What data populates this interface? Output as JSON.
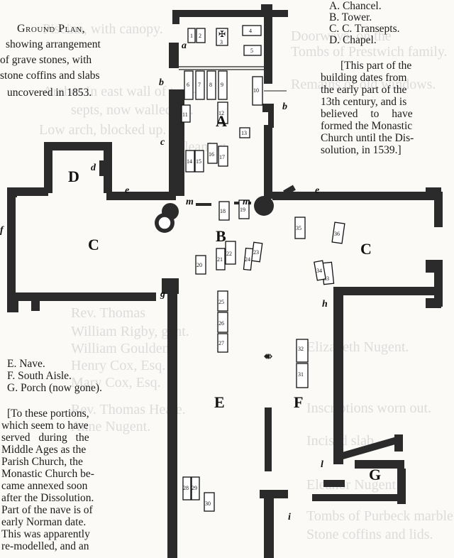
{
  "title": "Ground Plan,",
  "subtitle_lines": [
    "showing arrangement",
    "of grave stones, with",
    "stone coffins and slabs",
    "uncovered in 1853."
  ],
  "legend_top": [
    "A. Chancel.",
    "B. Tower.",
    "C. C. Transepts.",
    "D. Chapel."
  ],
  "note_top": [
    "[This part of the",
    "building dates from",
    "the early part of the",
    "13th century, and is",
    "believed to have",
    "formed the Monastic",
    "Church until the Dis-",
    "solution, in 1539.]"
  ],
  "legend_bottom": [
    "E. Nave.",
    "F. South Aisle.",
    "G. Porch (now gone)."
  ],
  "note_bottom": [
    "[To these portions,",
    "which seem to have",
    "served during the",
    "Middle Ages as the",
    "Parish Church, the",
    "Monastic Church be-",
    "came annexed soon",
    "after the Dissolution.",
    "Part of the nave is of",
    "early Norman date.",
    "This was apparently",
    "re-modelled, and an"
  ],
  "plan_labels": {
    "A": "A",
    "B": "B",
    "C_left": "C",
    "C_right": "C",
    "D": "D",
    "E": "E",
    "F": "F",
    "G": "G",
    "a": "a",
    "b_left": "b",
    "b_right": "b",
    "c": "c",
    "d": "d",
    "e_left": "e",
    "e_right": "e",
    "f": "f",
    "g": "g",
    "h": "h",
    "i": "i",
    "l": "l",
    "m_left": "m",
    "m_right": "m"
  },
  "slab_numbers": [
    "1",
    "2",
    "3",
    "4",
    "5",
    "6",
    "7",
    "8",
    "9",
    "10",
    "11",
    "12",
    "13",
    "14",
    "15",
    "16",
    "17",
    "18",
    "19",
    "20",
    "21",
    "22",
    "23",
    "24",
    "25",
    "26",
    "27",
    "28",
    "29",
    "30",
    "31",
    "32",
    "33",
    "34",
    "35",
    "36"
  ],
  "bleed_through": [
    "Piscina, with canopy.",
    "Doorways, on the",
    "Tombs of Prestwich family.",
    "Remains of old windows.",
    "Arches in east wall of tran-",
    "septs, now walled up.",
    "Low arch, blocked up.",
    "leaning",
    "Inscriptions worn out.",
    "Incised slab.",
    "Eleanor Nugent.",
    "Tombs of Purbeck marble.",
    "Stone coffins and lids."
  ],
  "ghost_table": [
    "Rev. Thomas",
    "William Rigby, gent.",
    "William Goulden.",
    "Henry Cox, Esq.",
    "Mary Cox, Esq.",
    "Rev. Thomas Heale.",
    "Anne Nugent.",
    "Elizabeth Nugent."
  ]
}
